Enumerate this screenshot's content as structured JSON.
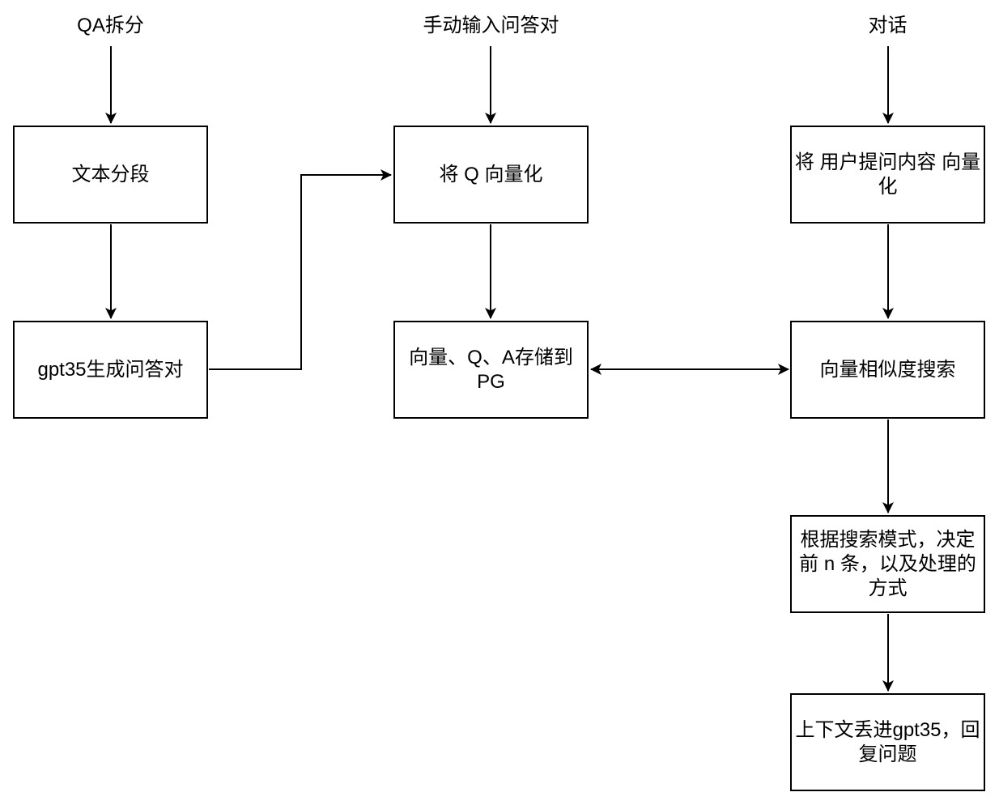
{
  "diagram": {
    "type": "flowchart",
    "colors": {
      "background": "#ffffff",
      "stroke": "#000000",
      "text": "#000000"
    }
  },
  "labels": {
    "qa_split": "QA拆分",
    "manual_qa": "手动输入问答对",
    "dialog": "对话"
  },
  "nodes": {
    "text_segment": "文本分段",
    "gpt35_qa_gen": "gpt35生成问答对",
    "vectorize_q": "将 Q 向量化",
    "store_pg": "向量、Q、A存储到\nPG",
    "vectorize_user_question": "将 用户提问内容 向量\n化",
    "similarity_search": "向量相似度搜索",
    "search_mode_decide": "根据搜索模式，决定\n前 n 条，以及处理的\n方式",
    "gpt35_reply": "上下文丢进gpt35，回\n复问题"
  },
  "edges": [
    {
      "from": "label:QA拆分",
      "to": "文本分段",
      "direction": "one-way"
    },
    {
      "from": "文本分段",
      "to": "gpt35生成问答对",
      "direction": "one-way"
    },
    {
      "from": "gpt35生成问答对",
      "to": "将 Q 向量化",
      "direction": "one-way",
      "shape": "elbow"
    },
    {
      "from": "label:手动输入问答对",
      "to": "将 Q 向量化",
      "direction": "one-way"
    },
    {
      "from": "将 Q 向量化",
      "to": "向量、Q、A存储到PG",
      "direction": "one-way"
    },
    {
      "from": "向量、Q、A存储到PG",
      "to": "向量相似度搜索",
      "direction": "two-way"
    },
    {
      "from": "label:对话",
      "to": "将 用户提问内容 向量化",
      "direction": "one-way"
    },
    {
      "from": "将 用户提问内容 向量化",
      "to": "向量相似度搜索",
      "direction": "one-way"
    },
    {
      "from": "向量相似度搜索",
      "to": "根据搜索模式，决定前 n 条，以及处理的方式",
      "direction": "one-way"
    },
    {
      "from": "根据搜索模式，决定前 n 条，以及处理的方式",
      "to": "上下文丢进gpt35，回复问题",
      "direction": "one-way"
    }
  ]
}
